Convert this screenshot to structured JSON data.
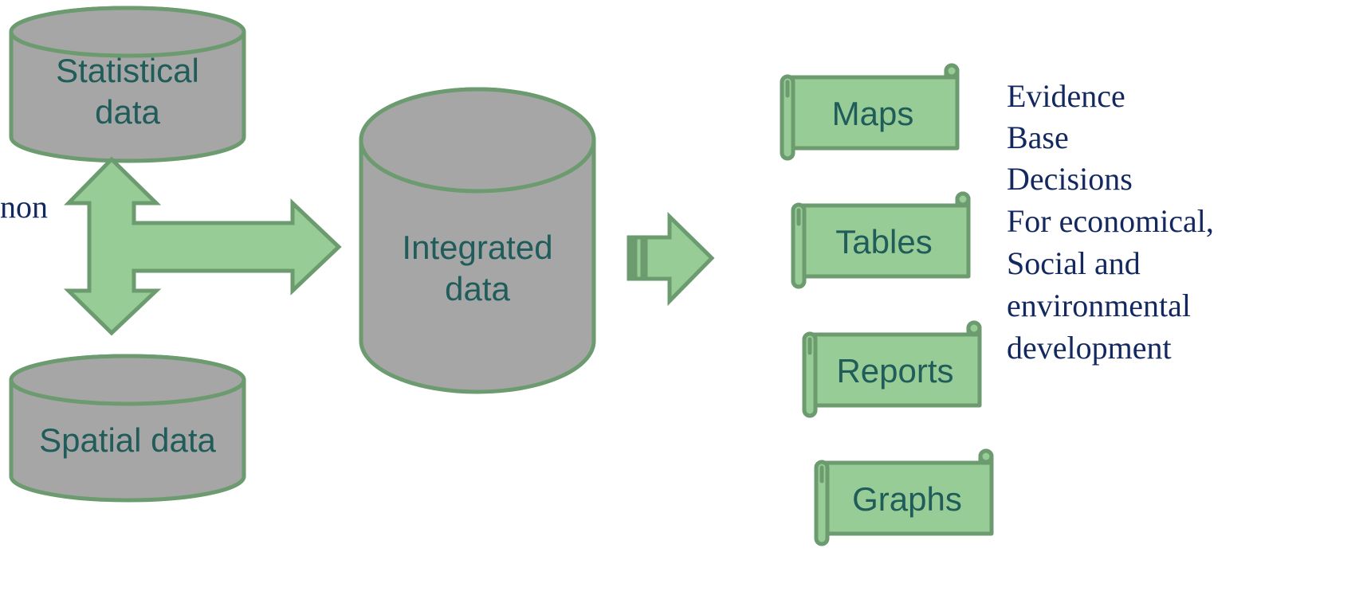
{
  "sources": {
    "statistical": {
      "line1": "Statistical",
      "line2": "data"
    },
    "spatial": {
      "label": "Spatial data"
    },
    "left_fragment": "non"
  },
  "integrated": {
    "line1": "Integrated",
    "line2": "data"
  },
  "outputs": [
    {
      "label": "Maps"
    },
    {
      "label": "Tables"
    },
    {
      "label": "Reports"
    },
    {
      "label": "Graphs"
    }
  ],
  "evidence_text": [
    "Evidence",
    "Base",
    "Decisions",
    "For economical,",
    "Social and",
    "environmental",
    "development"
  ],
  "colors": {
    "cylinder_fill": "#a6a6a6",
    "shape_fill": "#98cc96",
    "outline": "#6b9b6e",
    "label_text": "#1f5c5a",
    "body_text": "#13285e"
  }
}
